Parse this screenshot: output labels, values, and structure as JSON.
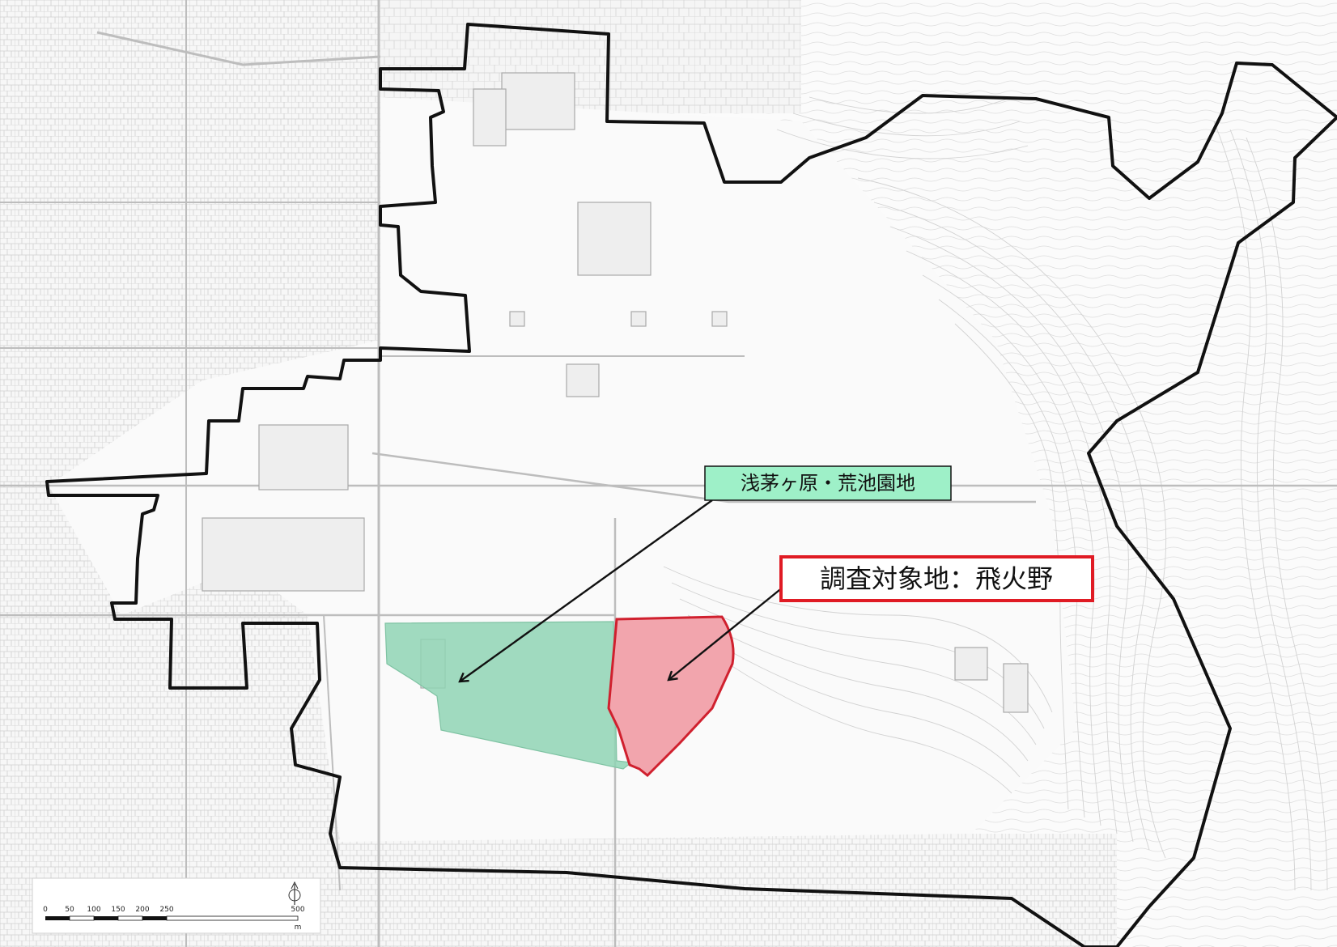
{
  "map": {
    "labels": {
      "park": "浅茅ヶ原・荒池園地",
      "target": "調査対象地：飛火野"
    },
    "scale_bar": {
      "ticks": [
        "0",
        "50",
        "100",
        "150",
        "200",
        "250",
        "500"
      ],
      "unit": "m"
    },
    "colors": {
      "boundary": "#111111",
      "park_fill": "#8fd3b4",
      "park_label_bg": "#9ef0c8",
      "target_fill": "#f2a5ad",
      "target_stroke": "#d0202e",
      "target_label_border": "#e01b24",
      "road": "#c9c9c9",
      "block": "#dcdcdc"
    }
  }
}
